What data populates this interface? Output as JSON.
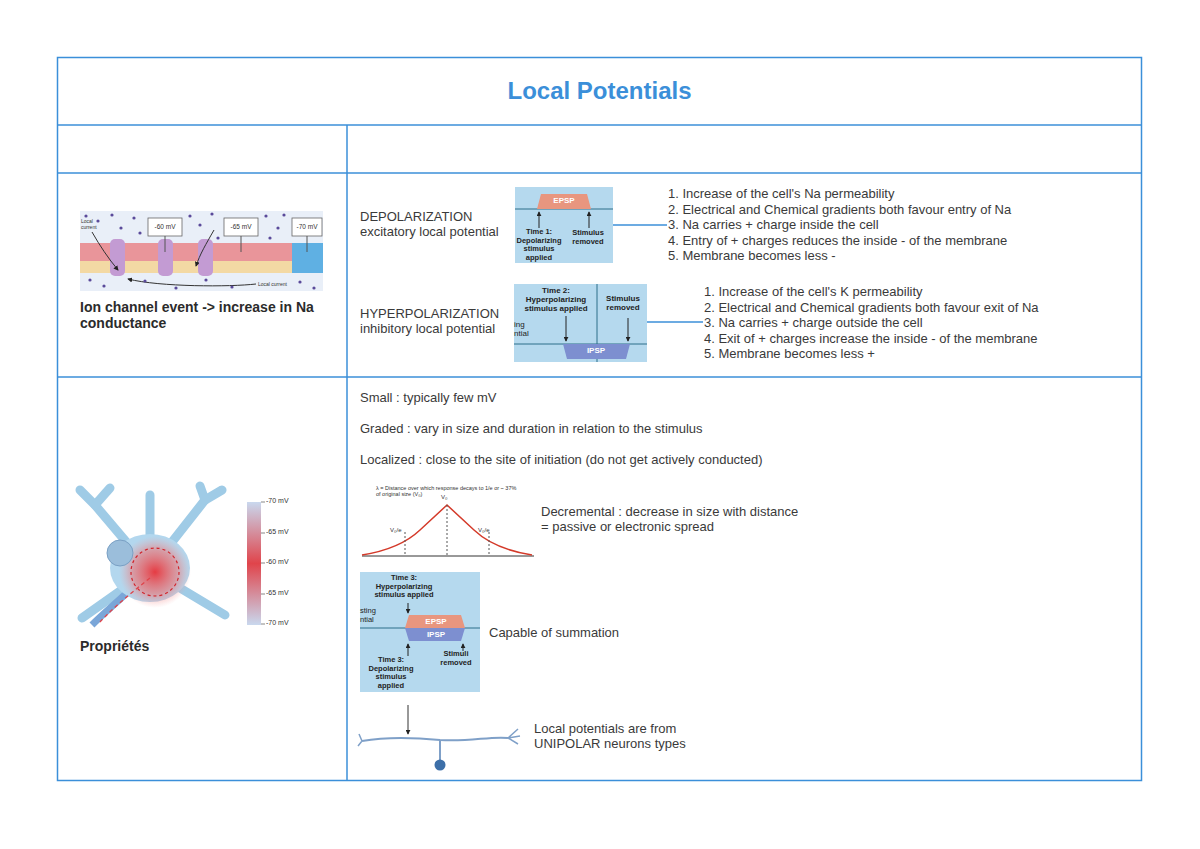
{
  "diagram": {
    "title": "Local Potentials",
    "nodes": [
      {
        "text": [
          "Ion channel event -> increase in Na conductance"
        ]
      },
      {
        "text": [
          "DEPOLARIZATION excitatory local potential",
          "1. Increase of the cell's Na permeability",
          "2. Electrical and Chemical gradients both favour entry of Na",
          "3. Na carries + charge inside the cell",
          "4. Entry of + charges reduces the inside - of the membrane",
          "5. Membrane becomes less -",
          "HYPERPOLARIZATION inhibitory local potential",
          "1. Increase of the cell's K permeability",
          "2. Electrical and Chemical gradients both favour exit of Na",
          "3. Na carries + charge outside the cell",
          "4. Exit of + charges increase the inside - of the membrane",
          "5. Membrane becomes less +"
        ]
      },
      {
        "text": [
          "EPSP",
          "Time 1: Depolarizing stimulus applied",
          "Stimulus removed"
        ],
        "in": 1
      },
      {
        "text": [
          "Time 2: Hyperpolarizing stimulus applied",
          "Stimulus removed",
          "ing ntial",
          "IPSP"
        ],
        "in": 1
      },
      {
        "text": [
          "Propriétés"
        ]
      },
      {
        "text": [
          "Small : typically few mV",
          "Graded : vary in size and duration in relation to the stimulus",
          "Localized : close to the site of initiation (do not get actively conducted)",
          "Decremental : decrease in size with distance = passive or electronic spread",
          "Capable of summation",
          "Local potentials are from UNIPOLAR neurons types"
        ]
      },
      {
        "text": [
          "Time 3: Hyperpolarizing stimulus applied",
          "sting ntial",
          "EPSP",
          "IPSP",
          "Time 3: Depolarizing stimulus applied",
          "Stimuli removed"
        ],
        "in": 5
      }
    ],
    "labels": [
      "Local current",
      "-60 mV",
      "-65 mV",
      "-70 mV",
      "Local current",
      "-70 mV",
      "-65 mV",
      "-60 mV",
      "-65 mV",
      "-70 mV",
      "λ = Distance over which response decays to 1/e or ~ 37% of original size (V₀)",
      "V₀",
      "V₀/e",
      "V₀/e"
    ]
  }
}
